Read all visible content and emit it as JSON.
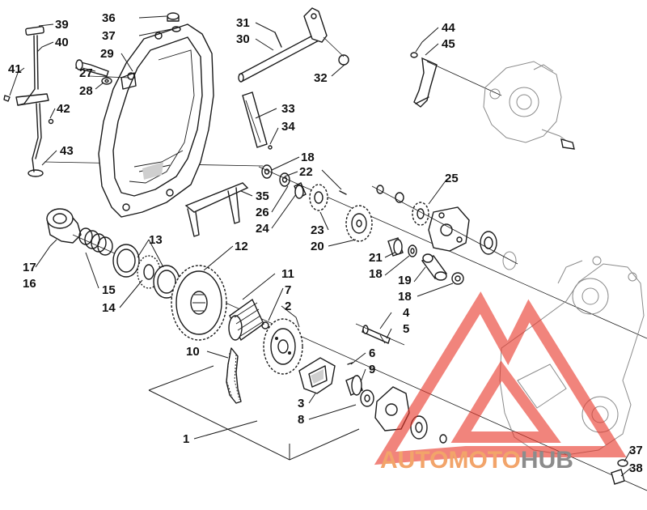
{
  "callouts": [
    {
      "id": "c39",
      "text": "39"
    },
    {
      "id": "c40",
      "text": "40"
    },
    {
      "id": "c41",
      "text": "41"
    },
    {
      "id": "c42",
      "text": "42"
    },
    {
      "id": "c43",
      "text": "43"
    },
    {
      "id": "c36",
      "text": "36"
    },
    {
      "id": "c37",
      "text": "37"
    },
    {
      "id": "c29",
      "text": "29"
    },
    {
      "id": "c27",
      "text": "27"
    },
    {
      "id": "c28",
      "text": "28"
    },
    {
      "id": "c31",
      "text": "31"
    },
    {
      "id": "c30",
      "text": "30"
    },
    {
      "id": "c32",
      "text": "32"
    },
    {
      "id": "c33",
      "text": "33"
    },
    {
      "id": "c34",
      "text": "34"
    },
    {
      "id": "c44",
      "text": "44"
    },
    {
      "id": "c45",
      "text": "45"
    },
    {
      "id": "c18a",
      "text": "18"
    },
    {
      "id": "c22",
      "text": "22"
    },
    {
      "id": "c35",
      "text": "35"
    },
    {
      "id": "c26",
      "text": "26"
    },
    {
      "id": "c24",
      "text": "24"
    },
    {
      "id": "c25",
      "text": "25"
    },
    {
      "id": "c23",
      "text": "23"
    },
    {
      "id": "c20",
      "text": "20"
    },
    {
      "id": "c21",
      "text": "21"
    },
    {
      "id": "c18b",
      "text": "18"
    },
    {
      "id": "c19",
      "text": "19"
    },
    {
      "id": "c18c",
      "text": "18"
    },
    {
      "id": "c17",
      "text": "17"
    },
    {
      "id": "c16",
      "text": "16"
    },
    {
      "id": "c13",
      "text": "13"
    },
    {
      "id": "c12",
      "text": "12"
    },
    {
      "id": "c15",
      "text": "15"
    },
    {
      "id": "c14",
      "text": "14"
    },
    {
      "id": "c11",
      "text": "11"
    },
    {
      "id": "c7",
      "text": "7"
    },
    {
      "id": "c2",
      "text": "2"
    },
    {
      "id": "c4",
      "text": "4"
    },
    {
      "id": "c5",
      "text": "5"
    },
    {
      "id": "c10",
      "text": "10"
    },
    {
      "id": "c6",
      "text": "6"
    },
    {
      "id": "c9",
      "text": "9"
    },
    {
      "id": "c3",
      "text": "3"
    },
    {
      "id": "c8",
      "text": "8"
    },
    {
      "id": "c1",
      "text": "1"
    },
    {
      "id": "c37b",
      "text": "37"
    },
    {
      "id": "c38",
      "text": "38"
    }
  ],
  "watermark": {
    "part1": "AUTOMOTO",
    "part2": "HUB",
    "color_part1": "#f2a46a",
    "color_part2": "#8c8c8c",
    "triangle_color": "#e8392b"
  }
}
